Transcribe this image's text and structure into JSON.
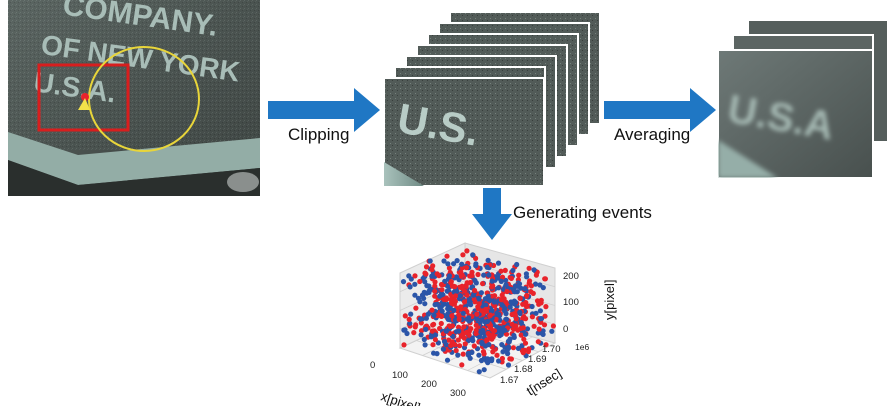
{
  "photo": {
    "plate_lines": [
      "COMPANY.",
      "OF NEW YORK",
      "U.S.A."
    ]
  },
  "steps": {
    "clipping": "Clipping",
    "averaging": "Averaging",
    "generating": "Generating events"
  },
  "frames": {
    "text": "U.S."
  },
  "averaged": {
    "text": "U.S.A"
  },
  "colors": {
    "arrow": "#1f77c4",
    "positive": "#e8232b",
    "negative": "#2b55a8",
    "selection_box": "#d81e1e",
    "focus_circle": "#e8d53a",
    "metal": "#9ab3ac"
  },
  "chart_data": {
    "type": "scatter",
    "projection": "3d",
    "title": "",
    "axes": {
      "x": {
        "label": "x[pixel]",
        "ticks": [
          "0",
          "100",
          "200",
          "300"
        ],
        "range": [
          0,
          320
        ]
      },
      "t": {
        "label": "t[nsec]",
        "ticks": [
          "1.67",
          "1.68",
          "1.69",
          "1.70"
        ],
        "offset": "1e6",
        "range": [
          1.665,
          1.705
        ]
      },
      "y": {
        "label": "y[pixel]",
        "ticks": [
          "0",
          "100",
          "200"
        ],
        "range": [
          0,
          240
        ]
      }
    },
    "series": [
      {
        "color": "#e8232b",
        "count": 420
      },
      {
        "color": "#2b55a8",
        "count": 420
      }
    ],
    "grid": true
  }
}
